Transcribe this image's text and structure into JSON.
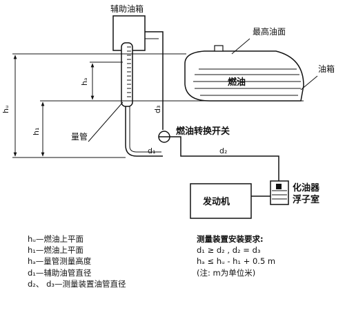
{
  "labels": {
    "aux_tank": "辅助油箱",
    "max_level": "最高油面",
    "fuel_tank": "油箱",
    "fuel": "燃油",
    "gauge_tube": "量管",
    "switch": "燃油转换开关",
    "engine": "发动机",
    "carb_line1": "化油器",
    "carb_line2": "浮子室"
  },
  "dims": {
    "hu": "hᵤ",
    "ha": "hₐ",
    "h1": "h₁",
    "d1": "d₁",
    "d2": "d₂",
    "d3": "d₃"
  },
  "legend": [
    "hᵤ—燃油上平面",
    "h₁—燃油上平面",
    "hₐ—量管测量高度",
    "d₁—辅助油管直径",
    "d₂、 d₃—测量装置油管直径"
  ],
  "requirements": {
    "title": "测量装置安装要求:",
    "lines": [
      "d₁ ≥ d₂ , d₂ = d₃",
      "hₐ ≤ hᵤ - h₁ + 0.5 m",
      "(注: m为单位米)"
    ]
  }
}
